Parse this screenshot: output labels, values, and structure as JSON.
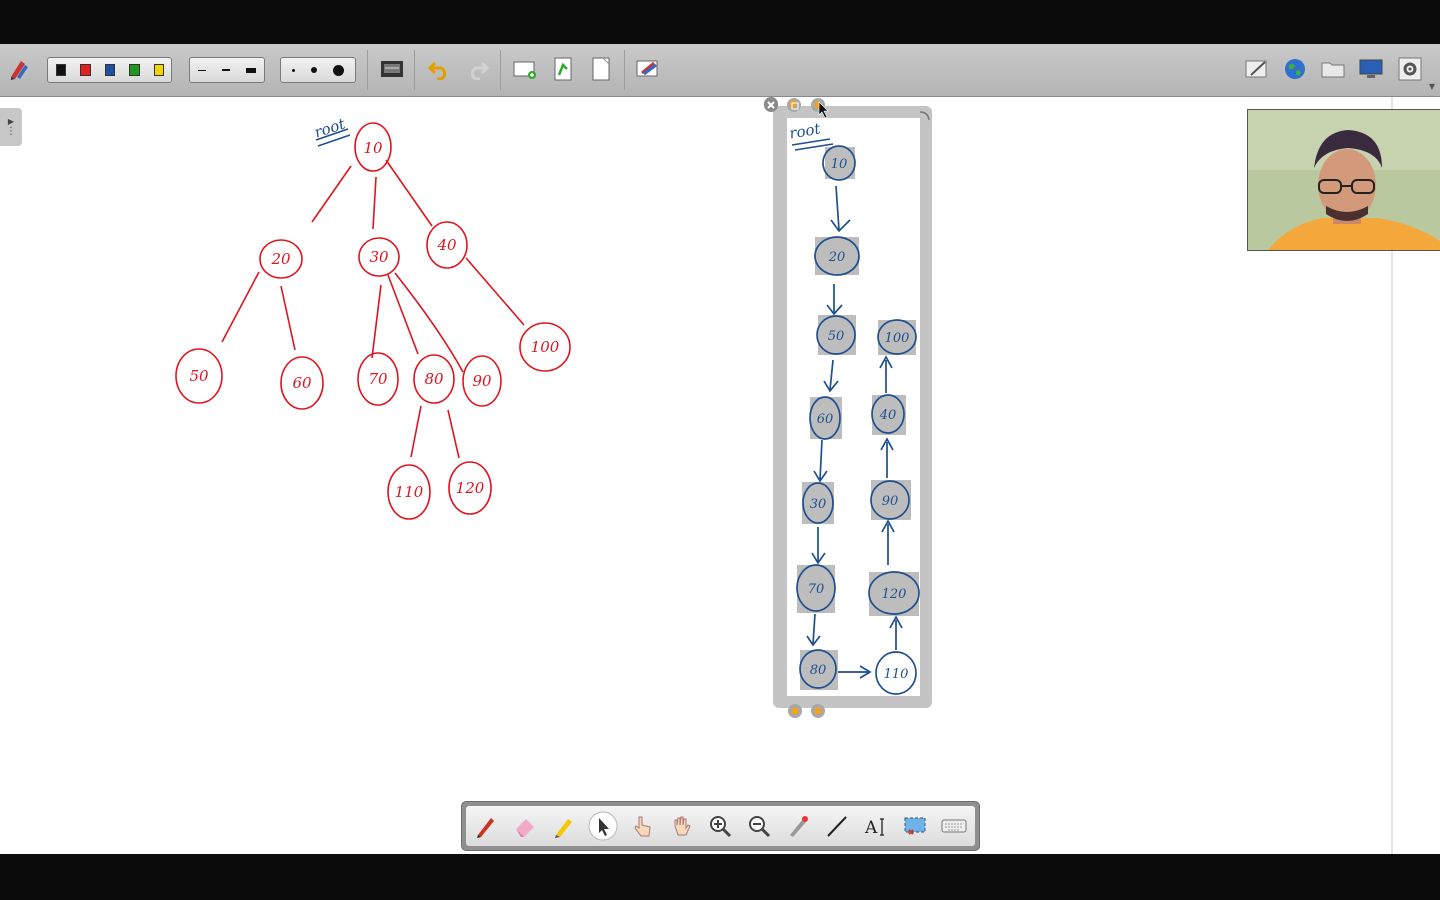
{
  "toolbar": {
    "colors": [
      "#111111",
      "#e02020",
      "#1e4fa0",
      "#1f9a1f",
      "#f2d400"
    ],
    "line_widths": [
      "thin-line",
      "medium-line",
      "thick-line"
    ],
    "dot_sizes": [
      "small-dot",
      "medium-dot",
      "large-dot"
    ],
    "left_icons": [
      "tools-icon",
      "screen-capture-icon",
      "undo-icon",
      "redo-icon",
      "new-page-icon",
      "next-page-icon",
      "blank-page-icon",
      "clear-icon"
    ],
    "right_icons": [
      "pen-note-icon",
      "globe-icon",
      "folder-icon",
      "monitor-icon",
      "settings-icon"
    ]
  },
  "whiteboard": {
    "tree_root_label": "root",
    "tree_nodes": [
      "10",
      "20",
      "30",
      "40",
      "50",
      "60",
      "70",
      "80",
      "90",
      "100",
      "110",
      "120"
    ],
    "list_root_label": "root",
    "list_nodes_left": [
      "10",
      "20",
      "50",
      "60",
      "30",
      "70",
      "80"
    ],
    "list_nodes_right": [
      "100",
      "40",
      "90",
      "120",
      "110"
    ],
    "ink_red": "#e0141e",
    "ink_blue": "#1f4f8f"
  },
  "floating_toolbar": {
    "tools": [
      "pen-icon",
      "eraser-icon",
      "highlighter-icon",
      "select-icon",
      "pointer-icon",
      "pan-hand-icon",
      "zoom-in-icon",
      "zoom-out-icon",
      "laser-icon",
      "line-icon",
      "text-icon",
      "capture-icon",
      "keyboard-icon"
    ]
  }
}
